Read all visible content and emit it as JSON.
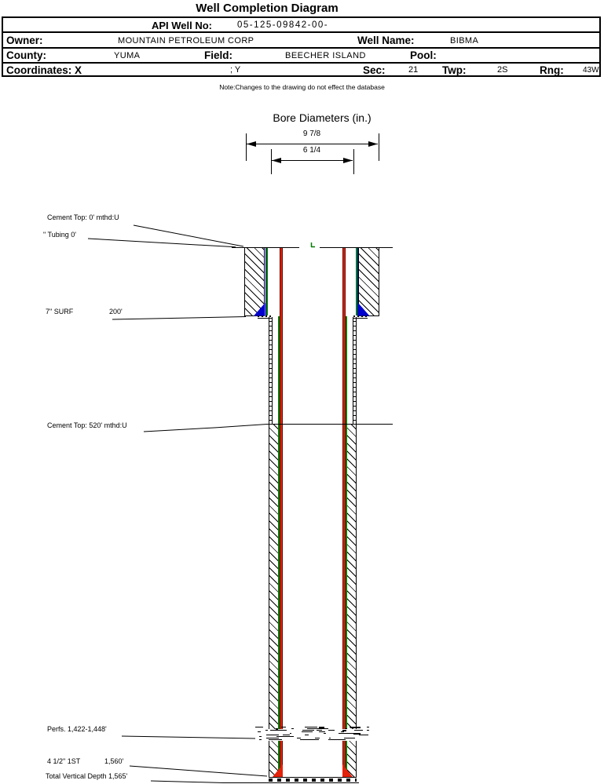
{
  "title": "Well Completion Diagram",
  "note": "Note:Changes to the drawing do not effect the database",
  "header_table": {
    "api_label": "API Well No:",
    "api_value": "05-125-09842-00-",
    "owner_label": "Owner:",
    "owner_value": "MOUNTAIN PETROLEUM CORP",
    "well_name_label": "Well Name:",
    "well_name_value": "BIBMA",
    "county_label": "County:",
    "county_value": "YUMA",
    "field_label": "Field:",
    "field_value": "BEECHER ISLAND",
    "pool_label": "Pool:",
    "coordinates_label": "Coordinates: X",
    "coordinates_y_label": "; Y",
    "sec_label": "Sec:",
    "sec_value": "21",
    "twp_label": "Twp:",
    "twp_value": "2S",
    "rng_label": "Rng:",
    "rng_value": "43W"
  },
  "bore": {
    "title": "Bore Diameters (in.)",
    "outer_dia": "9 7/8",
    "inner_dia": "6 1/4"
  },
  "labels": {
    "cement_top_0": "Cement Top: 0' mthd:U",
    "tubing": "\" Tubing 0'",
    "surf": "7\" SURF",
    "surf_depth": "200'",
    "cement_top_520": "Cement Top: 520' mthd:U",
    "perfs": "Perfs. 1,422-1,448'",
    "prod_casing": "4 1/2\" 1ST",
    "prod_depth": "1,560'",
    "tvd": "Total Vertical Depth 1,565'"
  },
  "colors": {
    "tubing_red": "#e42109",
    "casing_green": "#007d00",
    "shoe_blue": "#0000cc",
    "line_black": "#000000"
  }
}
